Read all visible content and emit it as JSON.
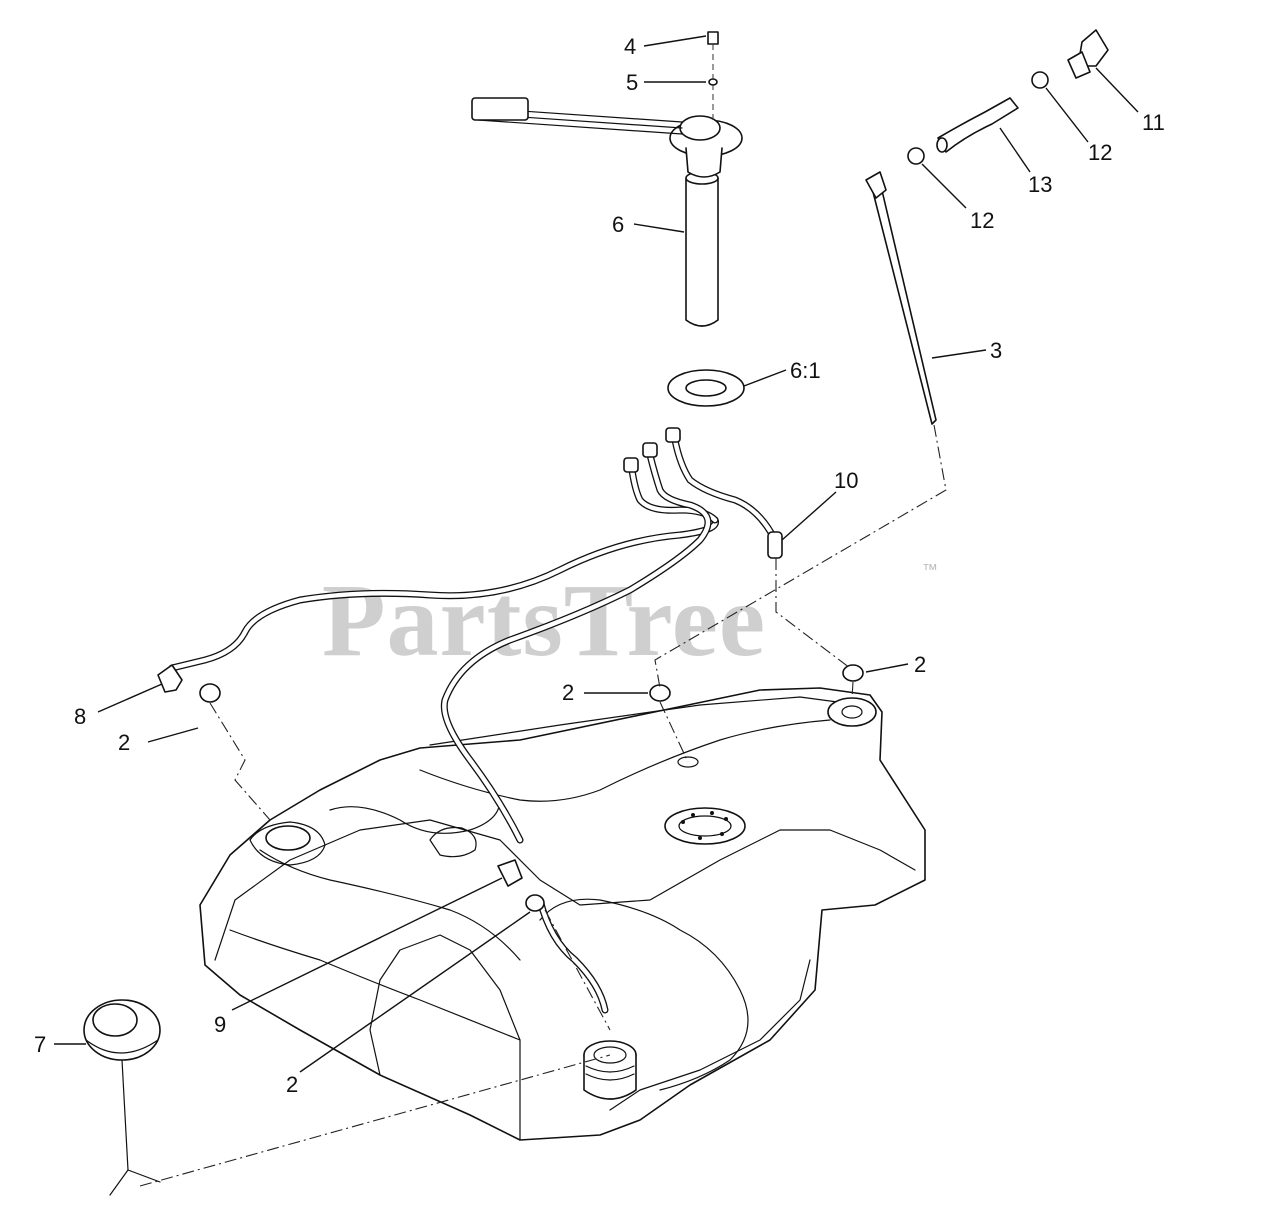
{
  "watermark": {
    "text": "PartsTree",
    "trademark": "™"
  },
  "callouts": {
    "c4": "4",
    "c5": "5",
    "c6": "6",
    "c6_1": "6:1",
    "c3": "3",
    "c10": "10",
    "c11": "11",
    "c12a": "12",
    "c12b": "12",
    "c13": "13",
    "c2_right": "2",
    "c2_mid": "2",
    "c2_left": "2",
    "c2_bottom": "2",
    "c8": "8",
    "c9": "9",
    "c7": "7"
  }
}
